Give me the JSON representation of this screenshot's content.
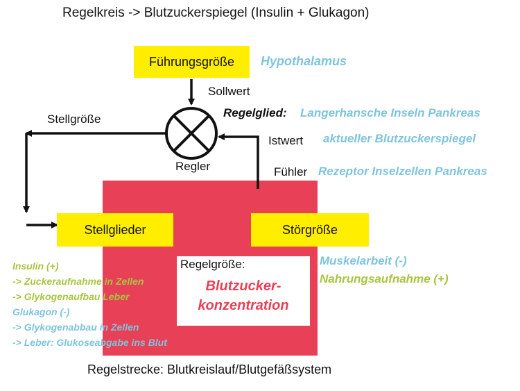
{
  "title": "Regelkreis -> Blutzuckerspiegel (Insulin + Glukagon)",
  "fuehrungsgroesse": {
    "box": "Führungsgröße",
    "value": "Hypothalamus"
  },
  "sollwert": "Sollwert",
  "regelglied": {
    "label": "Regelglied:",
    "value": "Langerhansche Inseln Pankreas"
  },
  "stellgroesse": "Stellgröße",
  "regler": "Regler",
  "istwert": {
    "label": "Istwert",
    "value": "aktueller Blutzuckerspiegel"
  },
  "fuehler": {
    "label": "Fühler",
    "value": "Rezeptor Inselzellen Pankreas"
  },
  "stellglieder": {
    "box": "Stellglieder",
    "lines": [
      {
        "text": "Insulin (+)",
        "color": "#a9c43f"
      },
      {
        "text": "-> Zuckeraufnahme in Zellen",
        "color": "#a9c43f"
      },
      {
        "text": "-> Glykogenaufbau Leber",
        "color": "#a9c43f"
      },
      {
        "text": "Glukagon (-)",
        "color": "#7ec4dc"
      },
      {
        "text": "-> Glykogenabbau in Zellen",
        "color": "#7ec4dc"
      },
      {
        "text": "-> Leber: Glukoseabgabe ins Blut",
        "color": "#7ec4dc"
      }
    ]
  },
  "stoergroesse": {
    "box": "Störgröße",
    "lines": [
      {
        "text": "Muskelarbeit (-)",
        "color": "#7ec4dc"
      },
      {
        "text": "Nahrungsaufnahme (+)",
        "color": "#a9c43f"
      }
    ]
  },
  "regelgroesse": {
    "label": "Regelgröße:",
    "value_line1": "Blutzucker-",
    "value_line2": "konzentration"
  },
  "regelstrecke": "Regelstrecke: Blutkreislauf/Blutgefäßsystem",
  "colors": {
    "yellow": "#ffee00",
    "red": "#e84056",
    "blue": "#7ec4dc",
    "green": "#a9c43f"
  }
}
